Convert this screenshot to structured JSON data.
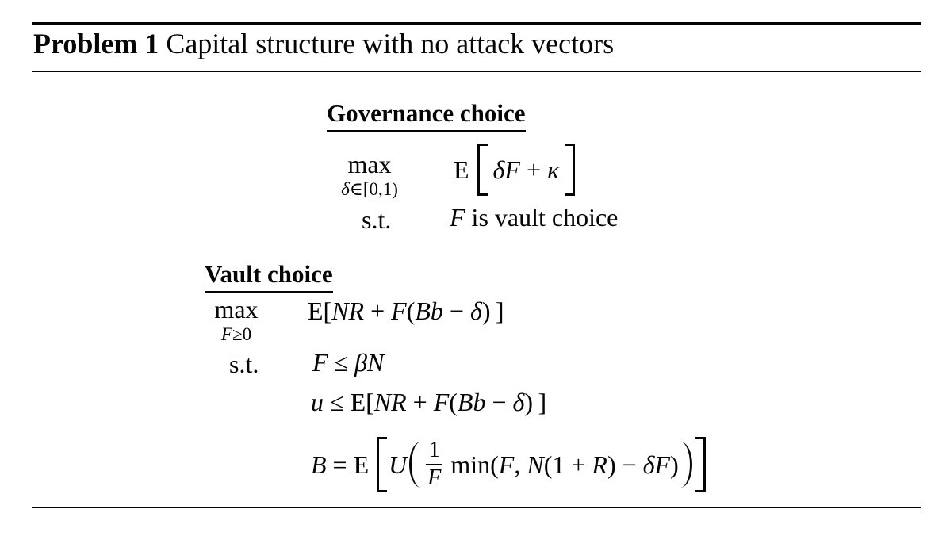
{
  "problem": {
    "label": "Problem 1",
    "title": "Capital structure with no attack vectors"
  },
  "governance": {
    "heading": "Governance choice",
    "operator": "max",
    "operator_limits": [
      {
        "t": "δ",
        "k": "it"
      },
      {
        "t": "∈[0,1)",
        "k": "up"
      }
    ],
    "expectation": "E",
    "objective_inner": [
      {
        "t": "δF",
        "k": "it"
      },
      {
        "t": " + ",
        "k": "up"
      },
      {
        "t": "κ",
        "k": "it"
      }
    ],
    "st_label": "s.t.",
    "constraint": [
      {
        "t": "F",
        "k": "it"
      },
      {
        "t": " is vault choice",
        "k": "up"
      }
    ]
  },
  "vault": {
    "heading": "Vault choice",
    "operator": "max",
    "operator_limits": [
      {
        "t": "F",
        "k": "it"
      },
      {
        "t": "≥0",
        "k": "up"
      }
    ],
    "objective": [
      {
        "t": "E",
        "k": "bb"
      },
      {
        "t": "[",
        "k": "up"
      },
      {
        "t": "NR",
        "k": "it"
      },
      {
        "t": " + ",
        "k": "up"
      },
      {
        "t": "F",
        "k": "it"
      },
      {
        "t": "(",
        "k": "up"
      },
      {
        "t": "Bb",
        "k": "it"
      },
      {
        "t": " − ",
        "k": "up"
      },
      {
        "t": "δ",
        "k": "it"
      },
      {
        "t": ") ]",
        "k": "up"
      }
    ],
    "st_label": "s.t.",
    "constraints": {
      "budget": [
        {
          "t": "F",
          "k": "it"
        },
        {
          "t": " ≤ ",
          "k": "up"
        },
        {
          "t": "βN",
          "k": "it"
        }
      ],
      "participation": [
        {
          "t": "u",
          "k": "it"
        },
        {
          "t": " ≤ ",
          "k": "up"
        },
        {
          "t": "E",
          "k": "bb"
        },
        {
          "t": "[",
          "k": "up"
        },
        {
          "t": "NR",
          "k": "it"
        },
        {
          "t": " + ",
          "k": "up"
        },
        {
          "t": "F",
          "k": "it"
        },
        {
          "t": "(",
          "k": "up"
        },
        {
          "t": "Bb",
          "k": "it"
        },
        {
          "t": " − ",
          "k": "up"
        },
        {
          "t": "δ",
          "k": "it"
        },
        {
          "t": ") ]",
          "k": "up"
        }
      ],
      "bond_price": {
        "lhs": [
          {
            "t": "B",
            "k": "it"
          },
          {
            "t": " = ",
            "k": "up"
          },
          {
            "t": "E",
            "k": "bb"
          }
        ],
        "utility_fn": "U",
        "fraction": {
          "num": "1",
          "den": "F"
        },
        "min_expr": [
          {
            "t": "min(",
            "k": "up"
          },
          {
            "t": "F",
            "k": "it"
          },
          {
            "t": ", ",
            "k": "up"
          },
          {
            "t": "N",
            "k": "it"
          },
          {
            "t": "(1 + ",
            "k": "up"
          },
          {
            "t": "R",
            "k": "it"
          },
          {
            "t": ") − ",
            "k": "up"
          },
          {
            "t": "δF",
            "k": "it"
          },
          {
            "t": ")",
            "k": "up"
          }
        ]
      }
    }
  }
}
